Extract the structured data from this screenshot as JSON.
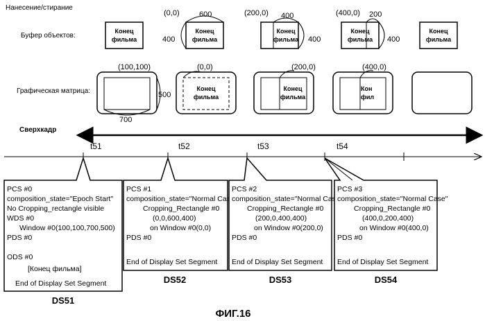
{
  "rows": {
    "wipe_label": "Нанесение/стирание",
    "object_buffer_label": "Буфер объектов:",
    "graphics_plane_label": "Графическая матрица:",
    "superframe_label": "Сверхкадр"
  },
  "object_buffer": {
    "object_text_line1": "Конец",
    "object_text_line2": "фильма",
    "coords": [
      "(0,0)",
      "600",
      "400",
      "(200,0)",
      "400",
      "400",
      "(400,0)",
      "200",
      "400"
    ]
  },
  "graphics_plane": {
    "object_text_line1": "Конец",
    "object_text_line2": "фильма",
    "coords": [
      "(100,100)",
      "500",
      "700",
      "(0,0)",
      "(200,0)",
      "(400,0)"
    ],
    "partial_text": [
      "Конец",
      "фильма",
      "Конец",
      "фильма",
      "Кон",
      "фил"
    ]
  },
  "timeline": {
    "times": [
      "t51",
      "t52",
      "t53",
      "t54"
    ]
  },
  "panels": [
    {
      "id": "DS51",
      "label": "DS51",
      "lines": [
        "PCS #0",
        "composition_state=\"Epoch Start\"",
        "No Cropping_rectangle visible",
        "WDS #0",
        "Window #0(100,100,700,500)",
        "PDS #0",
        "",
        "ODS #0",
        "[Конец фильма]",
        "End of Display Set Segment"
      ]
    },
    {
      "id": "DS52",
      "label": "DS52",
      "lines": [
        "PCS #1",
        "composition_state=\"Normal Case\"",
        "Cropping_Rectangle #0",
        "(0,0,600,400)",
        "on Window #0(0,0)",
        "PDS #0",
        "",
        "End of Display Set Segment"
      ]
    },
    {
      "id": "DS53",
      "label": "DS53",
      "lines": [
        "PCS #2",
        "composition_state=\"Normal Case\"",
        "Cropping_Rectangle #0",
        "(200,0,400,400)",
        "on Window #0(200,0)",
        "PDS #0",
        "",
        "End of Display Set Segment"
      ]
    },
    {
      "id": "DS54",
      "label": "DS54",
      "lines": [
        "PCS #3",
        "composition_state=\"Normal Case\"",
        "Cropping_Rectangle #0",
        "(400,0,200,400)",
        "on Window #0(400,0)",
        "PDS #0",
        "",
        "End of Display Set Segment"
      ]
    }
  ],
  "figure_caption": "ФИГ.16"
}
